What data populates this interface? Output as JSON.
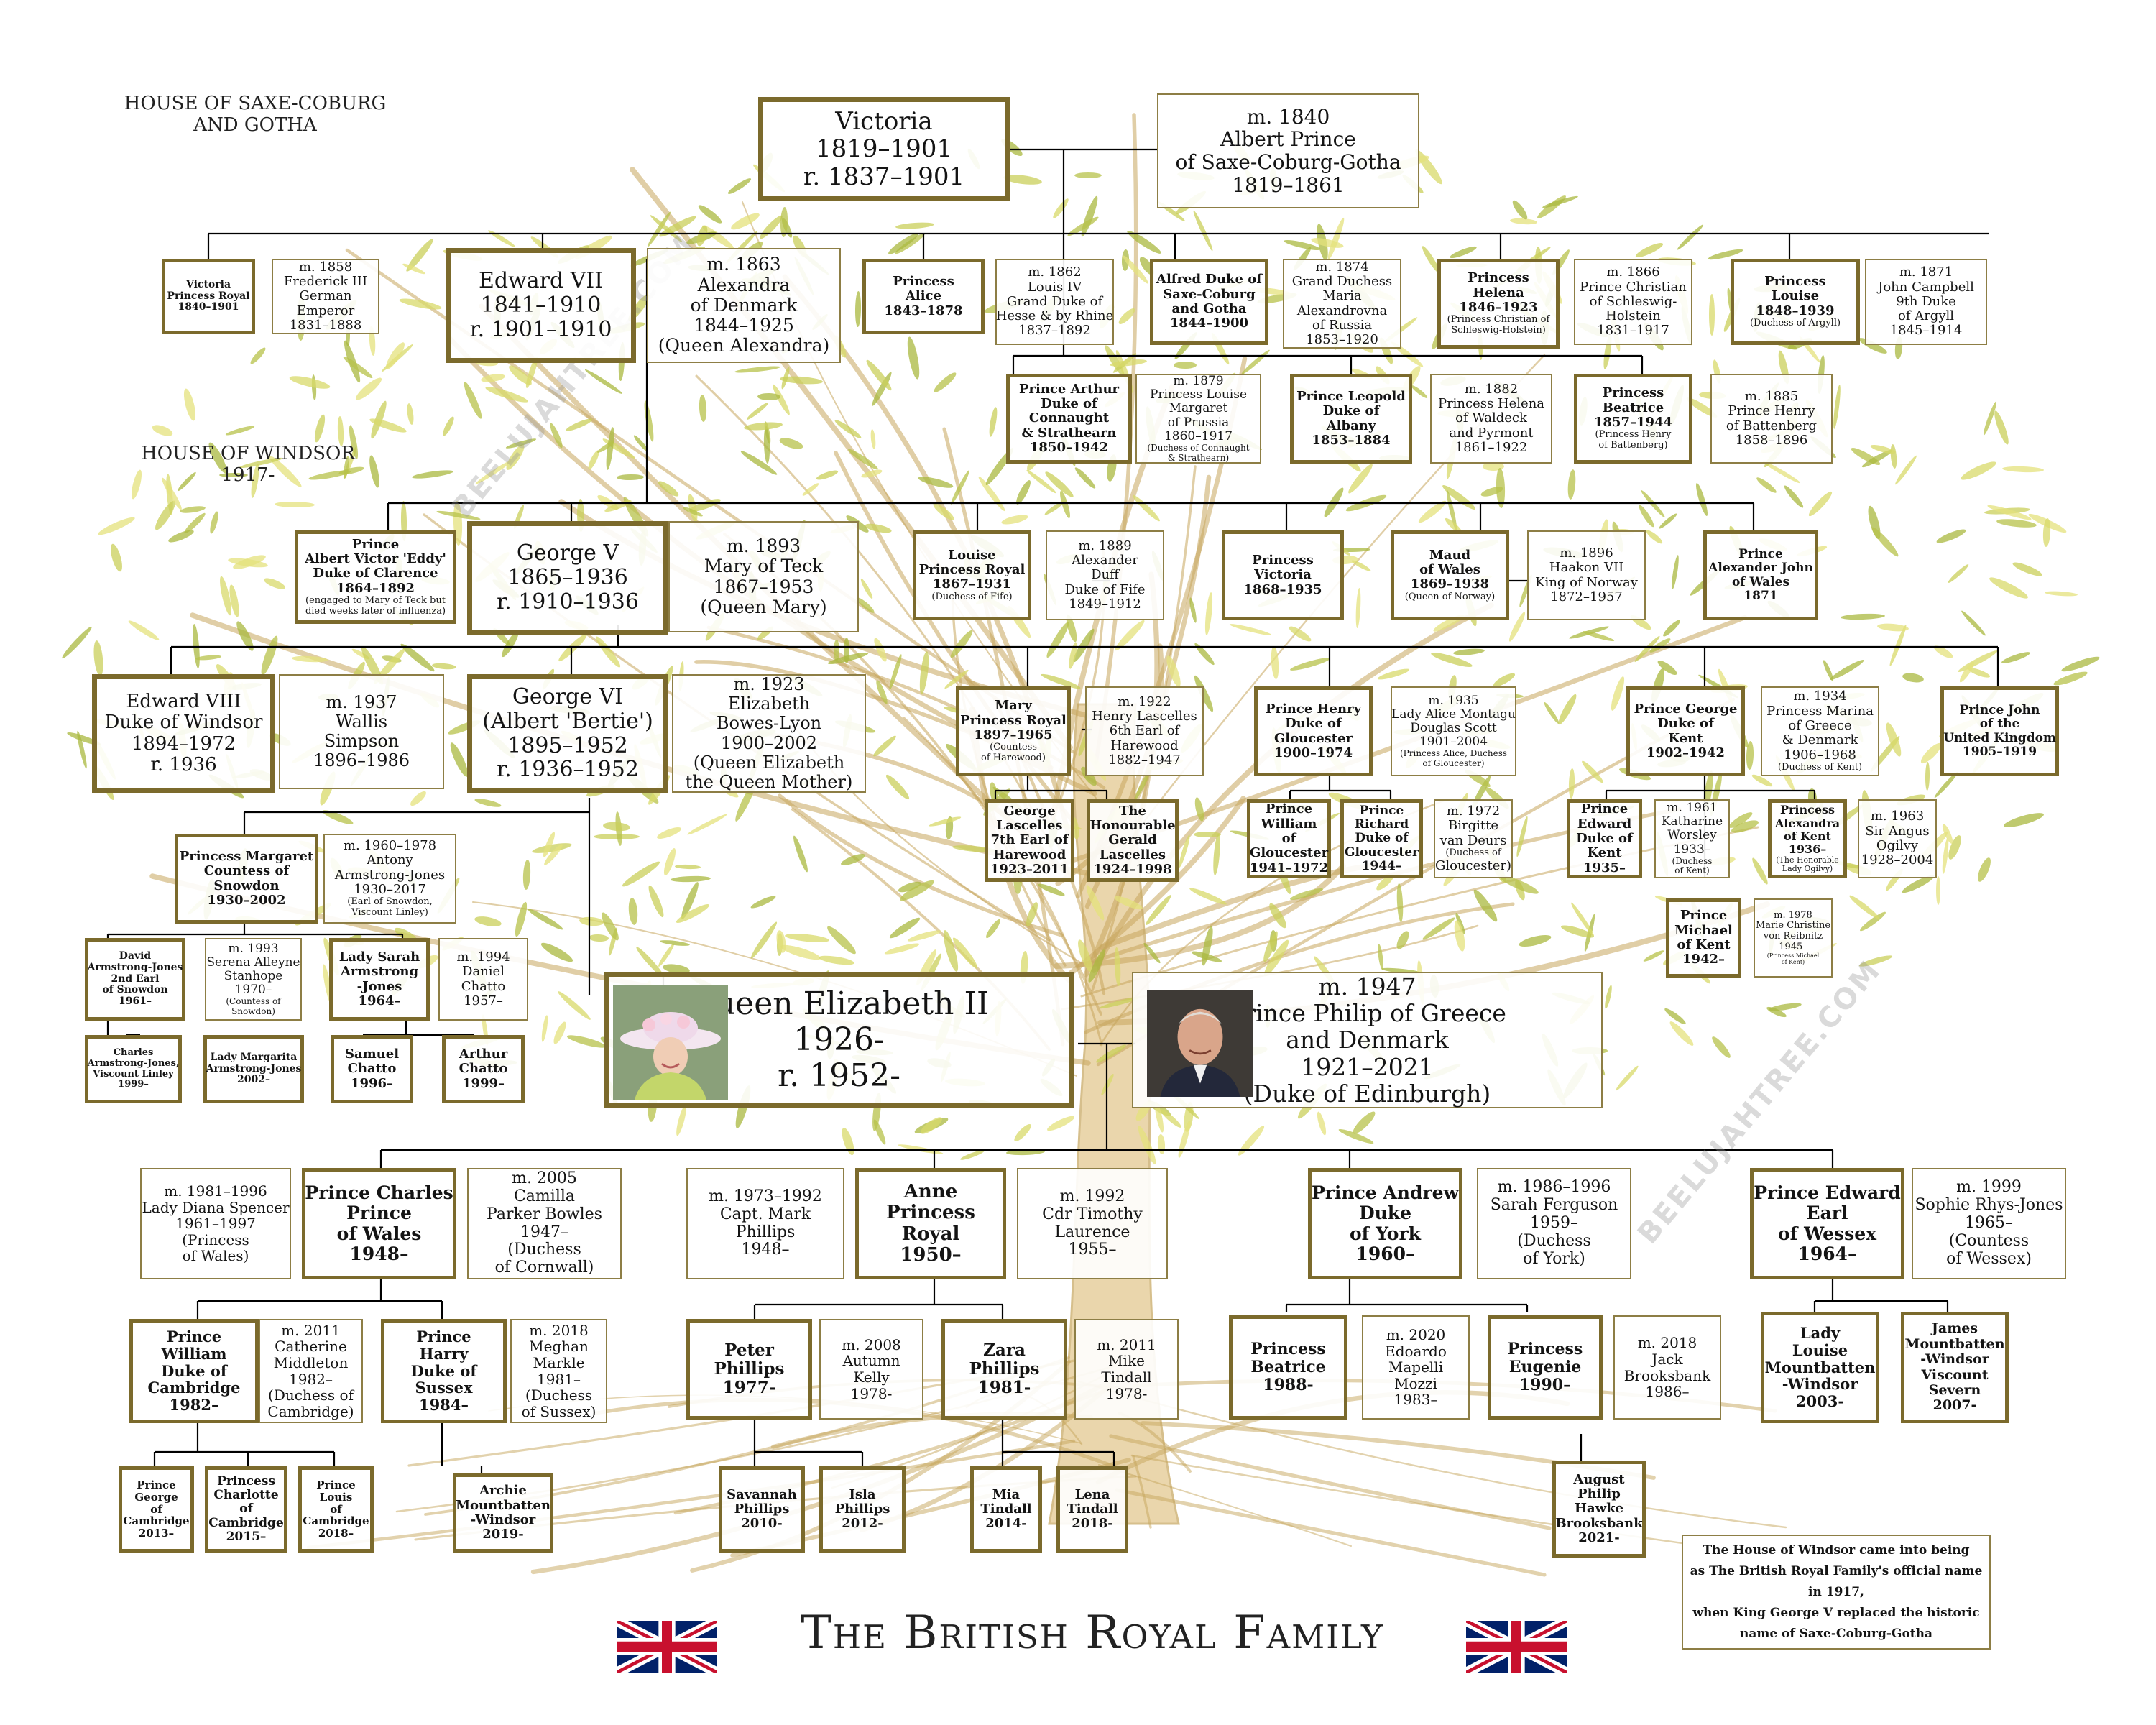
{
  "title": "The British Royal Family",
  "house_labels": {
    "saxe_coburg": [
      "HOUSE OF SAXE-COBURG",
      "AND GOTHA"
    ],
    "windsor": [
      "HOUSE OF WINDSOR",
      "1917-"
    ]
  },
  "watermark": "BEELUJAHTREE.COM",
  "note": [
    "The House of Windsor came into being",
    "as The British Royal Family's official name",
    "in 1917,",
    "when King George V replaced the historic",
    "name of Saxe-Coburg-Gotha"
  ],
  "colors": {
    "box_border": "#7b6a2c",
    "connector": "#000000",
    "leaf": "#c9cf5a",
    "trunk": "#c6a55c"
  },
  "people": [
    {
      "id": "victoria",
      "lines": [
        "Victoria",
        "1819–1901",
        "r. 1837–1901"
      ]
    },
    {
      "id": "albert",
      "lines": [
        "m. 1840",
        "Albert Prince",
        "of Saxe-Coburg-Gotha",
        "1819–1861"
      ]
    },
    {
      "id": "vicky",
      "lines": [
        "Victoria",
        "Princess Royal",
        "1840–1901"
      ]
    },
    {
      "id": "frederick",
      "lines": [
        "m. 1858",
        "Frederick III",
        "German",
        "Emperor",
        "1831–1888"
      ]
    },
    {
      "id": "edward7",
      "lines": [
        "Edward VII",
        "1841–1910",
        "r. 1901–1910"
      ]
    },
    {
      "id": "alexandra",
      "lines": [
        "m. 1863",
        "Alexandra",
        "of Denmark",
        "1844–1925",
        "(Queen Alexandra)"
      ]
    },
    {
      "id": "alice",
      "lines": [
        "Princess",
        "Alice",
        "1843–1878"
      ]
    },
    {
      "id": "louis4",
      "lines": [
        "m. 1862",
        "Louis IV",
        "Grand Duke of",
        "Hesse & by Rhine",
        "1837–1892"
      ]
    },
    {
      "id": "alfred",
      "lines": [
        "Alfred Duke of",
        "Saxe-Coburg",
        "and Gotha",
        "1844–1900"
      ]
    },
    {
      "id": "maria",
      "lines": [
        "m. 1874",
        "Grand Duchess",
        "Maria",
        "Alexandrovna",
        "of Russia",
        "1853–1920"
      ]
    },
    {
      "id": "helena",
      "lines": [
        "Princess",
        "Helena",
        "1846–1923",
        "(Princess Christian of",
        "Schleswig-Holstein)"
      ]
    },
    {
      "id": "christian",
      "lines": [
        "m. 1866",
        "Prince Christian",
        "of Schleswig-",
        "Holstein",
        "1831–1917"
      ]
    },
    {
      "id": "louise_a",
      "lines": [
        "Princess",
        "Louise",
        "1848–1939",
        "(Duchess of Argyll)"
      ]
    },
    {
      "id": "campbell",
      "lines": [
        "m. 1871",
        "John Campbell",
        "9th Duke",
        "of Argyll",
        "1845–1914"
      ]
    },
    {
      "id": "arthur",
      "lines": [
        "Prince Arthur",
        "Duke of",
        "Connaught",
        "& Strathearn",
        "1850–1942"
      ]
    },
    {
      "id": "louise_m",
      "lines": [
        "m. 1879",
        "Princess Louise",
        "Margaret",
        "of Prussia",
        "1860–1917",
        "(Duchess of Connaught",
        "& Strathearn)"
      ]
    },
    {
      "id": "leopold",
      "lines": [
        "Prince Leopold",
        "Duke of",
        "Albany",
        "1853–1884"
      ]
    },
    {
      "id": "helena_w",
      "lines": [
        "m. 1882",
        "Princess Helena",
        "of Waldeck",
        "and Pyrmont",
        "1861–1922"
      ]
    },
    {
      "id": "beatrice_v",
      "lines": [
        "Princess",
        "Beatrice",
        "1857–1944",
        "(Princess Henry",
        "of Battenberg)"
      ]
    },
    {
      "id": "henry_b",
      "lines": [
        "m. 1885",
        "Prince Henry",
        "of Battenberg",
        "1858–1896"
      ]
    },
    {
      "id": "eddy",
      "lines": [
        "Prince",
        "Albert Victor 'Eddy'",
        "Duke of Clarence",
        "1864–1892",
        "(engaged to Mary of Teck but",
        "died weeks later of influenza)"
      ]
    },
    {
      "id": "george5",
      "lines": [
        "George V",
        "1865–1936",
        "r. 1910–1936"
      ]
    },
    {
      "id": "mary_teck",
      "lines": [
        "m. 1893",
        "Mary of Teck",
        "1867–1953",
        "(Queen Mary)"
      ]
    },
    {
      "id": "louise_pr",
      "lines": [
        "Louise",
        "Princess Royal",
        "1867–1931",
        "(Duchess of Fife)"
      ]
    },
    {
      "id": "duff",
      "lines": [
        "m. 1889",
        "Alexander",
        "Duff",
        "Duke of Fife",
        "1849–1912"
      ]
    },
    {
      "id": "victoria_p",
      "lines": [
        "Princess",
        "Victoria",
        "1868–1935"
      ]
    },
    {
      "id": "maud",
      "lines": [
        "Maud",
        "of Wales",
        "1869–1938",
        "(Queen of Norway)"
      ]
    },
    {
      "id": "haakon",
      "lines": [
        "m. 1896",
        "Haakon VII",
        "King of Norway",
        "1872–1957"
      ]
    },
    {
      "id": "alexander_john",
      "lines": [
        "Prince",
        "Alexander John",
        "of Wales",
        "1871"
      ]
    },
    {
      "id": "edward8",
      "lines": [
        "Edward VIII",
        "Duke of Windsor",
        "1894–1972",
        "r. 1936"
      ]
    },
    {
      "id": "wallis",
      "lines": [
        "m. 1937",
        "Wallis",
        "Simpson",
        "1896–1986"
      ]
    },
    {
      "id": "george6",
      "lines": [
        "George VI",
        "(Albert 'Bertie')",
        "1895–1952",
        "r. 1936–1952"
      ]
    },
    {
      "id": "elizabeth_bl",
      "lines": [
        "m. 1923",
        "Elizabeth",
        "Bowes-Lyon",
        "1900–2002",
        "(Queen Elizabeth",
        "the Queen Mother)"
      ]
    },
    {
      "id": "mary_pr",
      "lines": [
        "Mary",
        "Princess Royal",
        "1897–1965",
        "(Countess",
        "of Harewood)"
      ]
    },
    {
      "id": "lascelles",
      "lines": [
        "m. 1922",
        "Henry Lascelles",
        "6th Earl of",
        "Harewood",
        "1882–1947"
      ]
    },
    {
      "id": "henry_g",
      "lines": [
        "Prince Henry",
        "Duke of",
        "Gloucester",
        "1900–1974"
      ]
    },
    {
      "id": "alice_m",
      "lines": [
        "m. 1935",
        "Lady Alice Montagu",
        "Douglas Scott",
        "1901–2004",
        "(Princess Alice, Duchess",
        "of Gloucester)"
      ]
    },
    {
      "id": "george_k",
      "lines": [
        "Prince George",
        "Duke of",
        "Kent",
        "1902–1942"
      ]
    },
    {
      "id": "marina",
      "lines": [
        "m. 1934",
        "Princess Marina",
        "of Greece",
        "& Denmark",
        "1906–1968",
        "(Duchess of Kent)"
      ]
    },
    {
      "id": "john",
      "lines": [
        "Prince John",
        "of the",
        "United Kingdom",
        "1905–1919"
      ]
    },
    {
      "id": "george_l",
      "lines": [
        "George",
        "Lascelles",
        "7th Earl of",
        "Harewood",
        "1923–2011"
      ]
    },
    {
      "id": "gerald_l",
      "lines": [
        "The",
        "Honourable",
        "Gerald",
        "Lascelles",
        "1924–1998"
      ]
    },
    {
      "id": "william_g",
      "lines": [
        "Prince",
        "William",
        "of",
        "Gloucester",
        "1941–1972"
      ]
    },
    {
      "id": "richard_g",
      "lines": [
        "Prince",
        "Richard",
        "Duke of",
        "Gloucester",
        "1944–"
      ]
    },
    {
      "id": "birgitte",
      "lines": [
        "m. 1972",
        "Birgitte",
        "van Deurs",
        "(Duchess of",
        "Gloucester)"
      ]
    },
    {
      "id": "edward_k",
      "lines": [
        "Prince",
        "Edward",
        "Duke of",
        "Kent",
        "1935–"
      ]
    },
    {
      "id": "katharine",
      "lines": [
        "m. 1961",
        "Katharine",
        "Worsley",
        "1933–",
        "(Duchess",
        "of Kent)"
      ]
    },
    {
      "id": "alexandra_k",
      "lines": [
        "Princess",
        "Alexandra",
        "of Kent",
        "1936–",
        "(The Honorable",
        "Lady Ogilvy)"
      ]
    },
    {
      "id": "ogilvy",
      "lines": [
        "m. 1963",
        "Sir Angus",
        "Ogilvy",
        "1928–2004"
      ]
    },
    {
      "id": "michael_k",
      "lines": [
        "Prince",
        "Michael",
        "of Kent",
        "1942–"
      ]
    },
    {
      "id": "marie_c",
      "lines": [
        "m. 1978",
        "Marie Christine",
        "von Reibnitz",
        "1945–",
        "(Princess Michael",
        "of Kent)"
      ]
    },
    {
      "id": "margaret",
      "lines": [
        "Princess Margaret",
        "Countess of",
        "Snowdon",
        "1930–2002"
      ]
    },
    {
      "id": "armstrong",
      "lines": [
        "m. 1960–1978",
        "Antony",
        "Armstrong-Jones",
        "1930–2017",
        "(Earl of Snowdon,",
        "Viscount Linley)"
      ]
    },
    {
      "id": "david_aj",
      "lines": [
        "David",
        "Armstrong-Jones",
        "2nd Earl",
        "of Snowdon",
        "1961–"
      ]
    },
    {
      "id": "serena",
      "lines": [
        "m. 1993",
        "Serena Alleyne",
        "Stanhope",
        "1970–",
        "(Countess of",
        "Snowdon)"
      ]
    },
    {
      "id": "sarah_aj",
      "lines": [
        "Lady Sarah",
        "Armstrong",
        "-Jones",
        "1964–"
      ]
    },
    {
      "id": "chatto",
      "lines": [
        "m. 1994",
        "Daniel",
        "Chatto",
        "1957–"
      ]
    },
    {
      "id": "charles_aj",
      "lines": [
        "Charles",
        "Armstrong-Jones,",
        "Viscount Linley",
        "1999–"
      ]
    },
    {
      "id": "margarita_aj",
      "lines": [
        "Lady Margarita",
        "Armstrong-Jones",
        "2002–"
      ]
    },
    {
      "id": "samuel_c",
      "lines": [
        "Samuel",
        "Chatto",
        "1996–"
      ]
    },
    {
      "id": "arthur_c",
      "lines": [
        "Arthur",
        "Chatto",
        "1999–"
      ]
    },
    {
      "id": "qe2",
      "lines": [
        "Queen Elizabeth II",
        "1926-",
        "r. 1952-"
      ]
    },
    {
      "id": "philip",
      "lines": [
        "m. 1947",
        "Prince Philip of Greece",
        "and Denmark",
        "1921–2021",
        "(Duke of Edinburgh)"
      ]
    },
    {
      "id": "diana",
      "lines": [
        "m. 1981–1996",
        "Lady Diana Spencer",
        "1961–1997",
        "(Princess",
        "of Wales)"
      ]
    },
    {
      "id": "charles",
      "lines": [
        "Prince Charles",
        "Prince",
        "of Wales",
        "1948–"
      ]
    },
    {
      "id": "camilla",
      "lines": [
        "m. 2005",
        "Camilla",
        "Parker Bowles",
        "1947–",
        "(Duchess",
        "of Cornwall)"
      ]
    },
    {
      "id": "mark_p",
      "lines": [
        "m. 1973–1992",
        "Capt. Mark",
        "Phillips",
        "1948–"
      ]
    },
    {
      "id": "anne",
      "lines": [
        "Anne",
        "Princess",
        "Royal",
        "1950–"
      ]
    },
    {
      "id": "laurence",
      "lines": [
        "m. 1992",
        "Cdr Timothy",
        "Laurence",
        "1955–"
      ]
    },
    {
      "id": "andrew",
      "lines": [
        "Prince Andrew",
        "Duke",
        "of York",
        "1960–"
      ]
    },
    {
      "id": "sarah_f",
      "lines": [
        "m. 1986–1996",
        "Sarah Ferguson",
        "1959–",
        "(Duchess",
        "of York)"
      ]
    },
    {
      "id": "edward",
      "lines": [
        "Prince Edward",
        "Earl",
        "of Wessex",
        "1964–"
      ]
    },
    {
      "id": "sophie",
      "lines": [
        "m. 1999",
        "Sophie Rhys-Jones",
        "1965–",
        "(Countess",
        "of Wessex)"
      ]
    },
    {
      "id": "william",
      "lines": [
        "Prince",
        "William",
        "Duke of",
        "Cambridge",
        "1982–"
      ]
    },
    {
      "id": "catherine",
      "lines": [
        "m. 2011",
        "Catherine",
        "Middleton",
        "1982–",
        "(Duchess of",
        "Cambridge)"
      ]
    },
    {
      "id": "harry",
      "lines": [
        "Prince",
        "Harry",
        "Duke of",
        "Sussex",
        "1984–"
      ]
    },
    {
      "id": "meghan",
      "lines": [
        "m. 2018",
        "Meghan",
        "Markle",
        "1981–",
        "(Duchess",
        "of Sussex)"
      ]
    },
    {
      "id": "peter_p",
      "lines": [
        "Peter",
        "Phillips",
        "1977-"
      ]
    },
    {
      "id": "autumn",
      "lines": [
        "m. 2008",
        "Autumn",
        "Kelly",
        "1978-"
      ]
    },
    {
      "id": "zara_p",
      "lines": [
        "Zara",
        "Phillips",
        "1981-"
      ]
    },
    {
      "id": "mike_t",
      "lines": [
        "m. 2011",
        "Mike",
        "Tindall",
        "1978-"
      ]
    },
    {
      "id": "beatrice",
      "lines": [
        "Princess",
        "Beatrice",
        "1988-"
      ]
    },
    {
      "id": "edoardo",
      "lines": [
        "m. 2020",
        "Edoardo",
        "Mapelli",
        "Mozzi",
        "1983–"
      ]
    },
    {
      "id": "eugenie",
      "lines": [
        "Princess",
        "Eugenie",
        "1990–"
      ]
    },
    {
      "id": "jack_b",
      "lines": [
        "m. 2018",
        "Jack",
        "Brooksbank",
        "1986–"
      ]
    },
    {
      "id": "louise_w",
      "lines": [
        "Lady",
        "Louise",
        "Mountbatten",
        "-Windsor",
        "2003-"
      ]
    },
    {
      "id": "james_w",
      "lines": [
        "James",
        "Mountbatten",
        "-Windsor",
        "Viscount",
        "Severn",
        "2007-"
      ]
    },
    {
      "id": "george_c",
      "lines": [
        "Prince",
        "George",
        "of",
        "Cambridge",
        "2013–"
      ]
    },
    {
      "id": "charlotte_c",
      "lines": [
        "Princess",
        "Charlotte",
        "of",
        "Cambridge",
        "2015–"
      ]
    },
    {
      "id": "louis_c",
      "lines": [
        "Prince",
        "Louis",
        "of",
        "Cambridge",
        "2018–"
      ]
    },
    {
      "id": "archie",
      "lines": [
        "Archie",
        "Mountbatten",
        "-Windsor",
        "2019-"
      ]
    },
    {
      "id": "savannah",
      "lines": [
        "Savannah",
        "Phillips",
        "2010-"
      ]
    },
    {
      "id": "isla",
      "lines": [
        "Isla",
        "Phillips",
        "2012-"
      ]
    },
    {
      "id": "mia",
      "lines": [
        "Mia",
        "Tindall",
        "2014-"
      ]
    },
    {
      "id": "lena",
      "lines": [
        "Lena",
        "Tindall",
        "2018-"
      ]
    },
    {
      "id": "august",
      "lines": [
        "August",
        "Philip",
        "Hawke",
        "Brooksbank",
        "2021-"
      ]
    }
  ]
}
